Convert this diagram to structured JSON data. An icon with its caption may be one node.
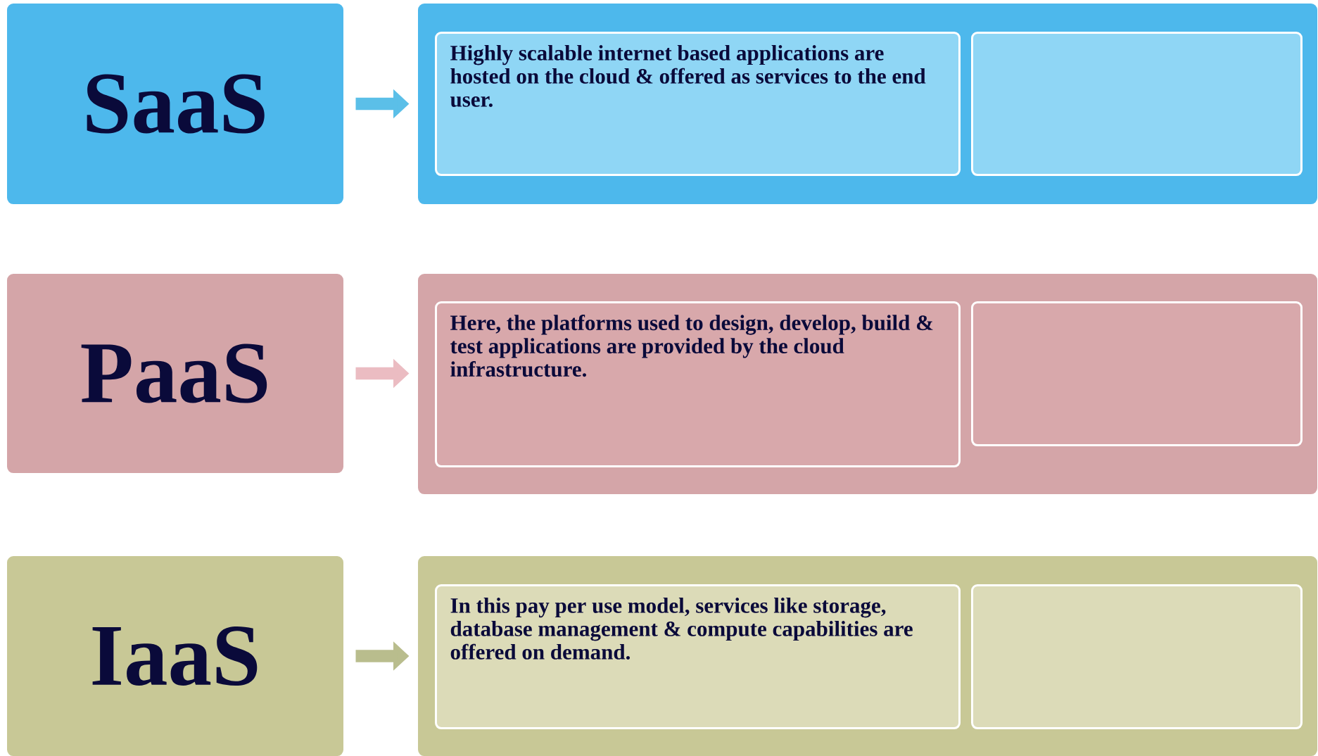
{
  "diagram": {
    "nodes": [
      {
        "text": [
          "SaaS"
        ]
      },
      {
        "text": [],
        "shape": "box"
      },
      {
        "text": [
          "Highly scalable internet based applications are hosted on the cloud & offered as services to the end user."
        ],
        "in": 1
      },
      {
        "text": [],
        "shape": "box",
        "in": 1
      },
      {
        "text": [
          "PaaS"
        ]
      },
      {
        "text": [],
        "shape": "box"
      },
      {
        "text": [
          "Here, the platforms used to design, develop, build & test applications are provided by the cloud infrastructure."
        ],
        "in": 5
      },
      {
        "text": [],
        "shape": "box",
        "in": 5
      },
      {
        "text": [
          "IaaS"
        ]
      },
      {
        "text": [],
        "shape": "box"
      },
      {
        "text": [
          "In this pay per use model, services like storage, database management & compute capabilities are offered on demand."
        ],
        "in": 9
      },
      {
        "text": [],
        "shape": "box",
        "in": 9
      }
    ],
    "edges": [
      {
        "from": 0,
        "to": 1,
        "arrow": "to",
        "color": "#5bbfe8"
      },
      {
        "from": 4,
        "to": 5,
        "arrow": "to",
        "color": "#ebbcc2"
      },
      {
        "from": 8,
        "to": 9,
        "arrow": "to",
        "color": "#b9bd8d"
      }
    ]
  }
}
